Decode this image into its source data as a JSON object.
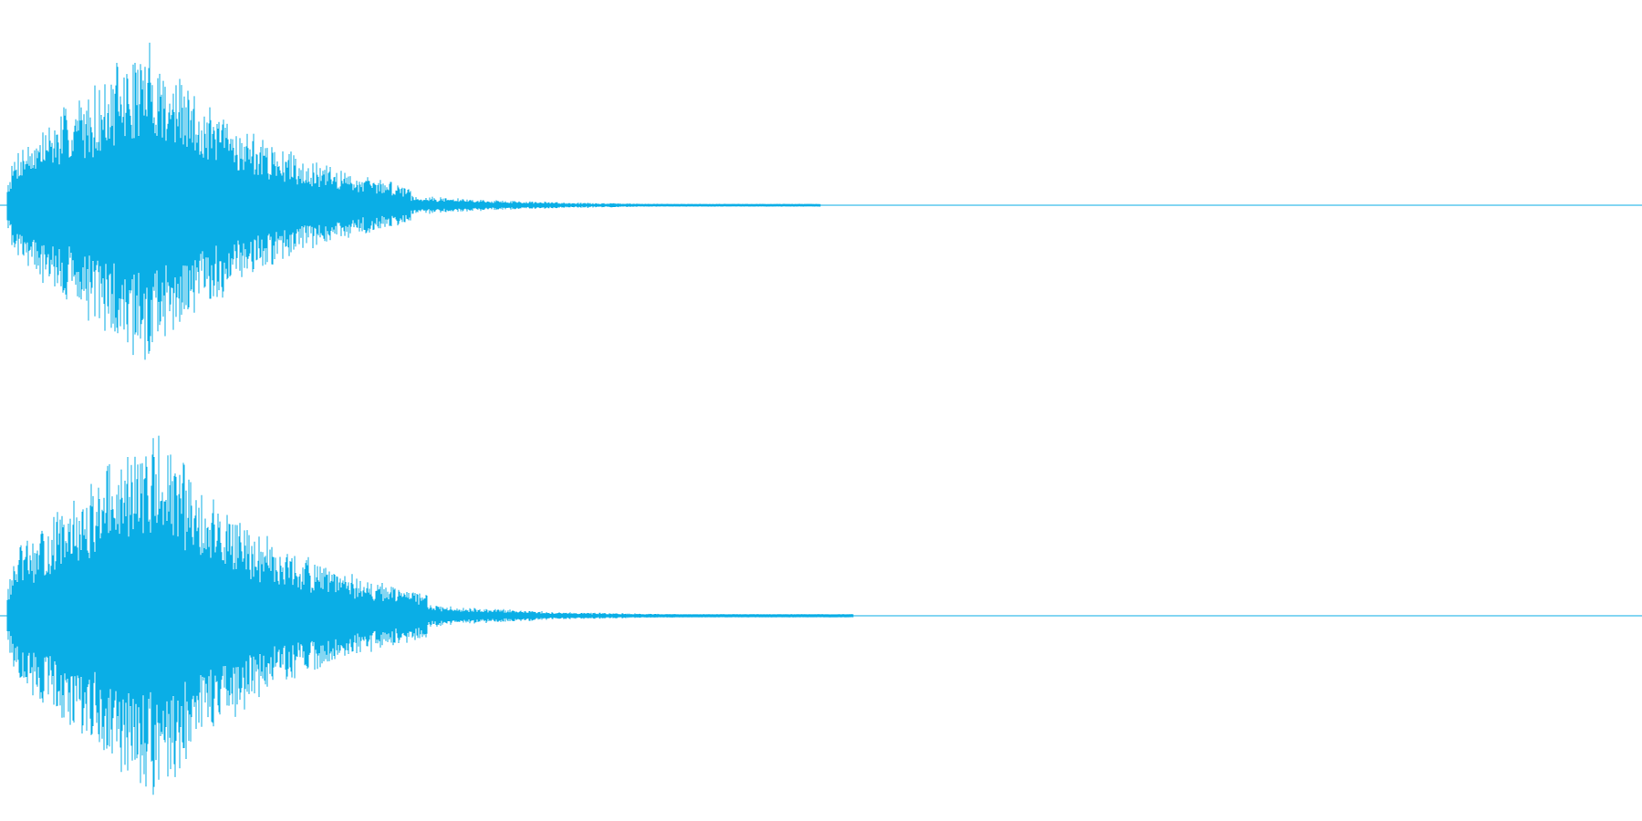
{
  "waveform": {
    "color": "#0AAEE6",
    "channel_count": 2,
    "channels": [
      {
        "name_hint": "channel-1",
        "peak_amplitude": 0.98,
        "decay_end_fraction": 0.5,
        "seed": 7
      },
      {
        "name_hint": "channel-2",
        "peak_amplitude": 0.98,
        "decay_end_fraction": 0.52,
        "seed": 13
      }
    ]
  }
}
